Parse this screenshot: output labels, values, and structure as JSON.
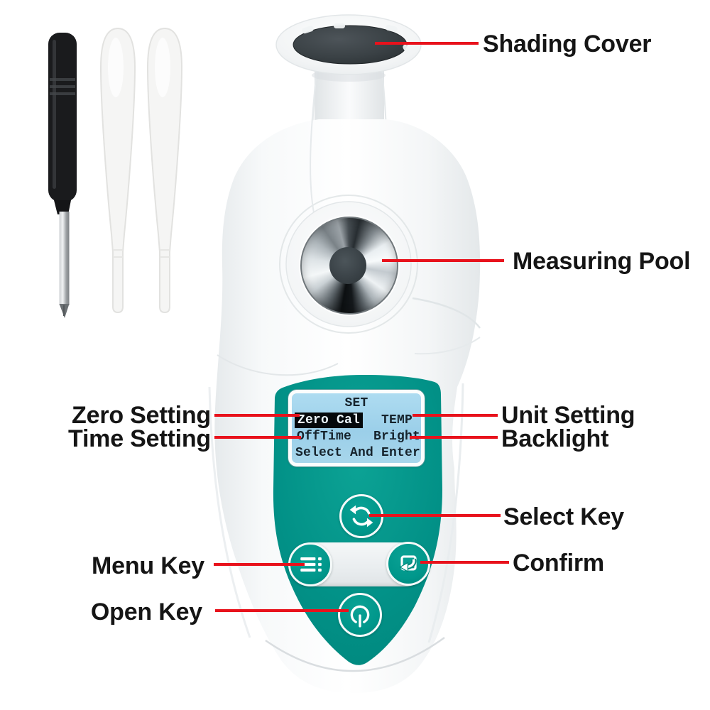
{
  "colors": {
    "background": "#ffffff",
    "device_teal": "#00978b",
    "callout_red": "#e8121c",
    "lcd_blue": "#9bcfe9",
    "label_text": "#151515",
    "lcd_text": "#16232c",
    "lcd_highlight_bg": "#05090b",
    "lcd_highlight_text": "#ecf6fb",
    "chrome_dark": "#2c3236",
    "body_white": "#f6f8f9"
  },
  "callout_labels": {
    "shading_cover": "Shading Cover",
    "measuring_pool": "Measuring Pool",
    "zero_setting": "Zero Setting",
    "time_setting": "Time Setting",
    "unit_setting": "Unit Setting",
    "backlight": "Backlight",
    "select_key": "Select Key",
    "confirm": "Confirm",
    "menu_key": "Menu Key",
    "open_key": "Open Key"
  },
  "lcd_screen": {
    "title": "SET",
    "selected_item": "Zero Cal",
    "item_temp": "TEMP",
    "item_offtime": "OffTime",
    "item_bright": "Bright",
    "hint_line": "Select And Enter"
  },
  "icons": {
    "select_key": "cycle-arrows-icon",
    "menu_key": "menu-list-icon",
    "confirm_key": "return-arrow-icon",
    "open_key": "power-icon"
  }
}
